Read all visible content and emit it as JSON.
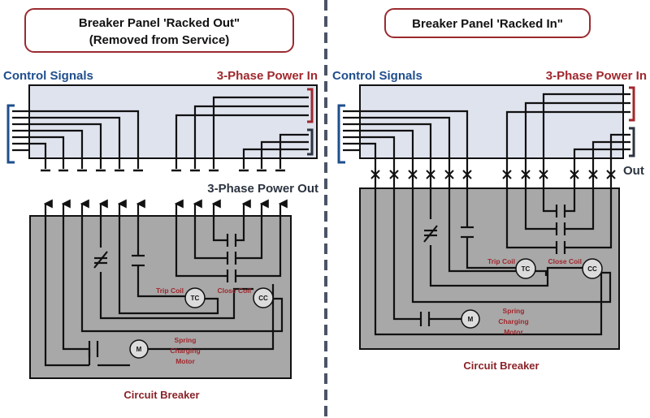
{
  "left": {
    "title_line1": "Breaker Panel 'Racked Out\"",
    "title_line2": "(Removed from Service)",
    "control_signals": "Control Signals",
    "power_in": "3-Phase Power In",
    "power_out": "3-Phase Power Out",
    "trip_coil": "Trip Coil",
    "close_coil": "Close Coil",
    "tc": "TC",
    "cc": "CC",
    "m": "M",
    "spring_1": "Spring",
    "spring_2": "Charging",
    "spring_3": "Motor",
    "circuit_breaker": "Circuit Breaker"
  },
  "right": {
    "title": "Breaker Panel 'Racked In\"",
    "control_signals": "Control Signals",
    "power_in": "3-Phase Power In",
    "out": "Out",
    "trip_coil": "Trip Coil",
    "close_coil": "Close Coil",
    "tc": "TC",
    "cc": "CC",
    "m": "M",
    "spring_1": "Spring",
    "spring_2": "Charging",
    "spring_3": "Motor",
    "circuit_breaker": "Circuit Breaker"
  },
  "colors": {
    "title_border": "#9a2b30",
    "control_blue": "#1f4e8c",
    "power_red": "#a0282d",
    "panel_fill": "#dfe3ee",
    "breaker_fill": "#a8a8a8",
    "divider": "#4a5466"
  }
}
